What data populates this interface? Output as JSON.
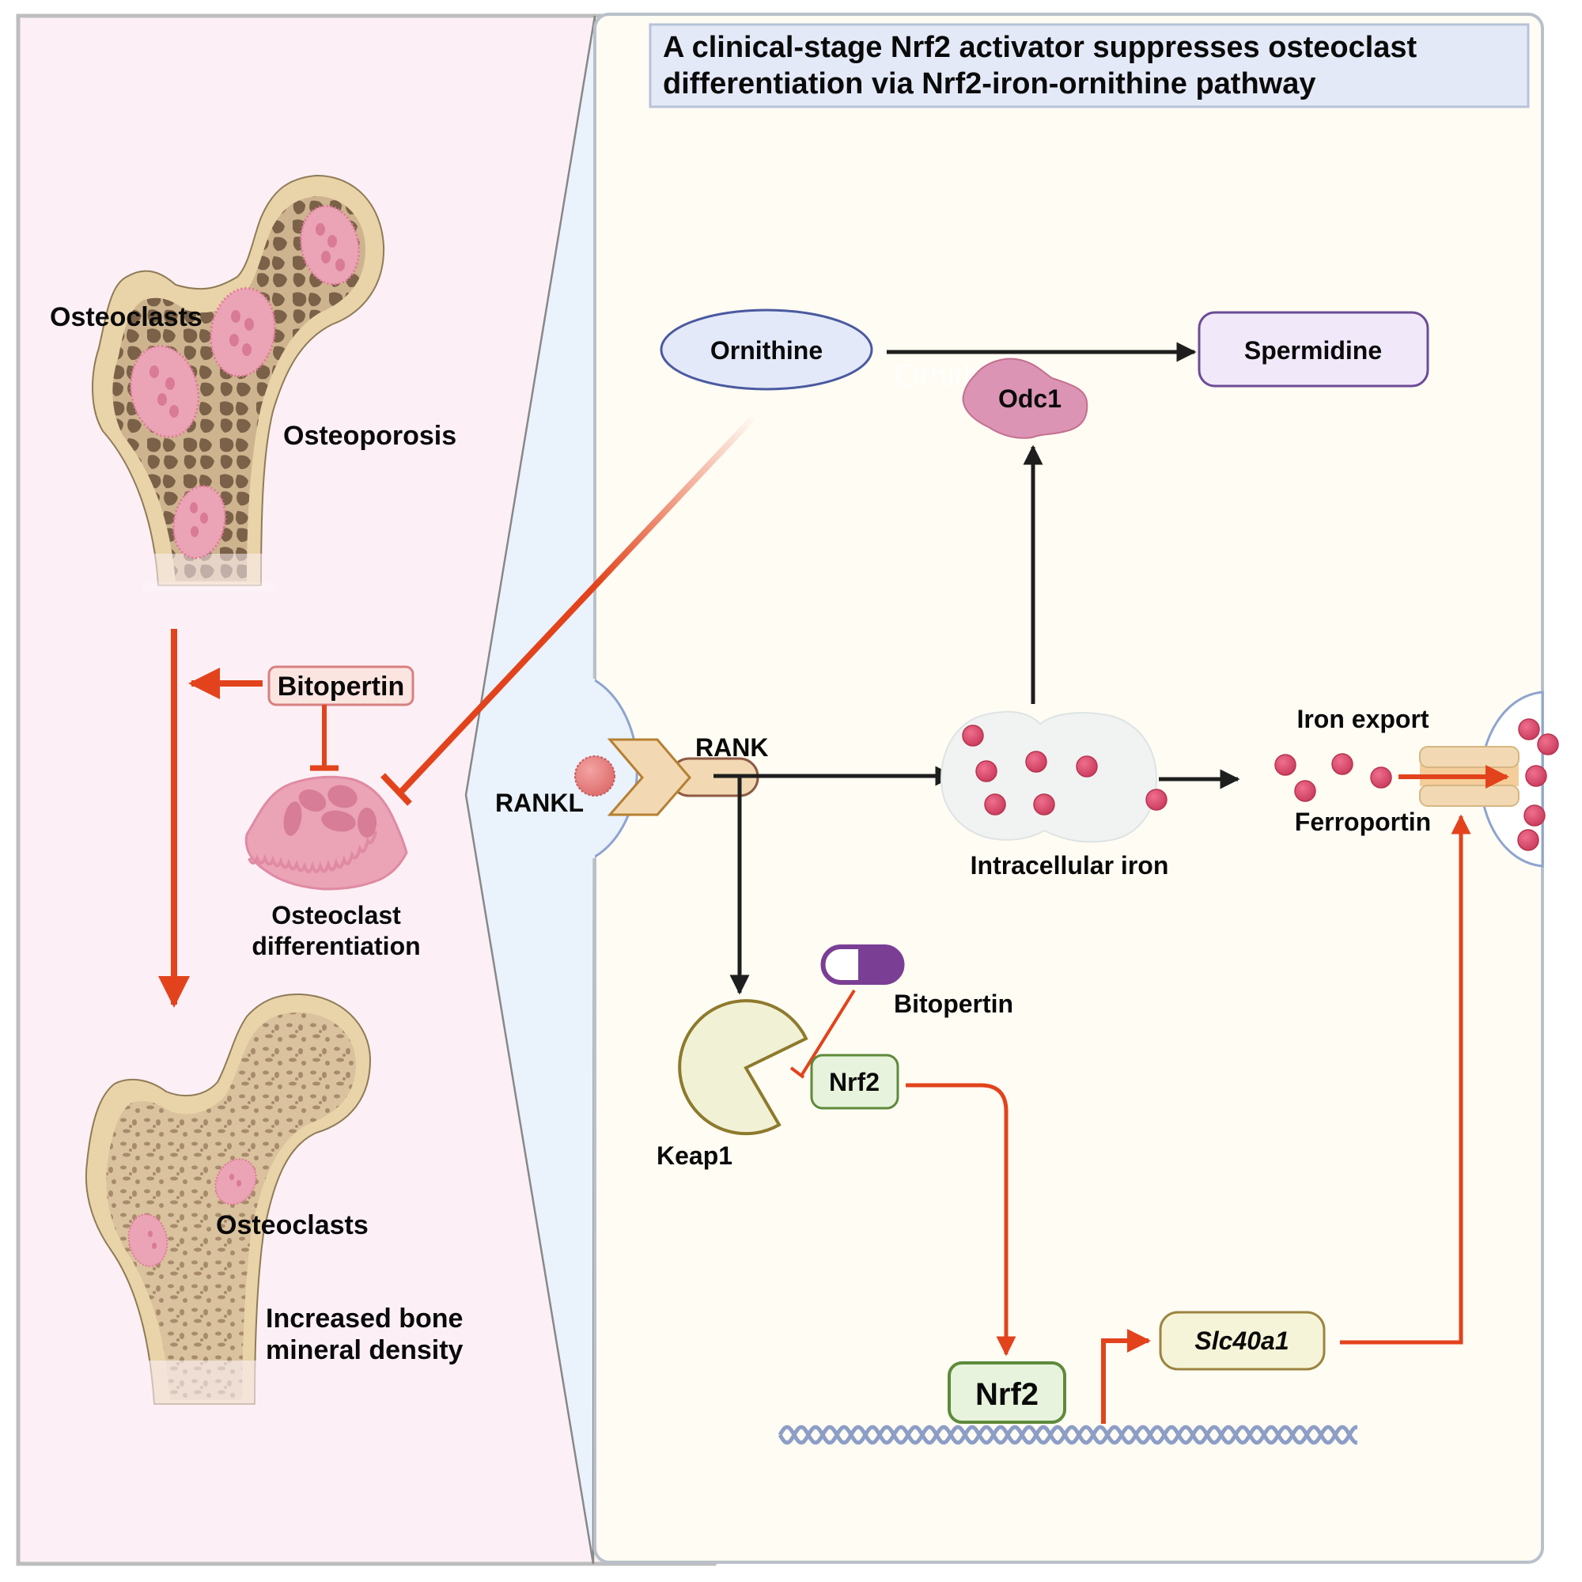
{
  "title": {
    "line1": "A clinical-stage Nrf2 activator suppresses osteoclast",
    "line2": "differentiation via Nrf2-iron-ornithine pathway"
  },
  "left_panel": {
    "top_bone": {
      "cells_label": "Osteoclasts",
      "condition_label": "Osteoporosis"
    },
    "drug_box": "Bitopertin",
    "osteoclast_label_line1": "Osteoclast",
    "osteoclast_label_line2": "differentiation",
    "bottom_bone": {
      "cells_label": "Osteoclasts",
      "outcome_line1": "Increased bone",
      "outcome_line2": "mineral density"
    }
  },
  "pathway": {
    "ornithine": "Ornithine",
    "ghost_text": "Ornith",
    "spermidine": "Spermidine",
    "odc1": "Odc1",
    "rankl": "RANKL",
    "rank": "RANK",
    "intracellular_iron": "Intracellular iron",
    "iron_export": "Iron export",
    "ferroportin": "Ferroportin",
    "drug_pill_label": "Bitopertin",
    "keap1": "Keap1",
    "nrf2_cytoplasm": "Nrf2",
    "nrf2_nucleus": "Nrf2",
    "gene": "Slc40a1"
  },
  "colors": {
    "inhibition_red": "#e2431c",
    "activation_black": "#1e1e1e",
    "left_panel_bg": "#fcf0f6",
    "right_panel_bg": "#fffcf4",
    "title_bg": "#e4e9f8",
    "zoom_wedge_bg": "#eaf2fc",
    "iron_dot": "#d94a6a",
    "osteoclast_pink": "#eba3b6",
    "bone_cortex": "#e9d3a8",
    "bone_trabecula": "#866b54",
    "pill_purple": "#7a3f94",
    "nrf2_green_border": "#5e8a3a",
    "gene_border": "#9c8440",
    "spermidine_border": "#6c4c96",
    "ornithine_border": "#4a5aa0"
  }
}
